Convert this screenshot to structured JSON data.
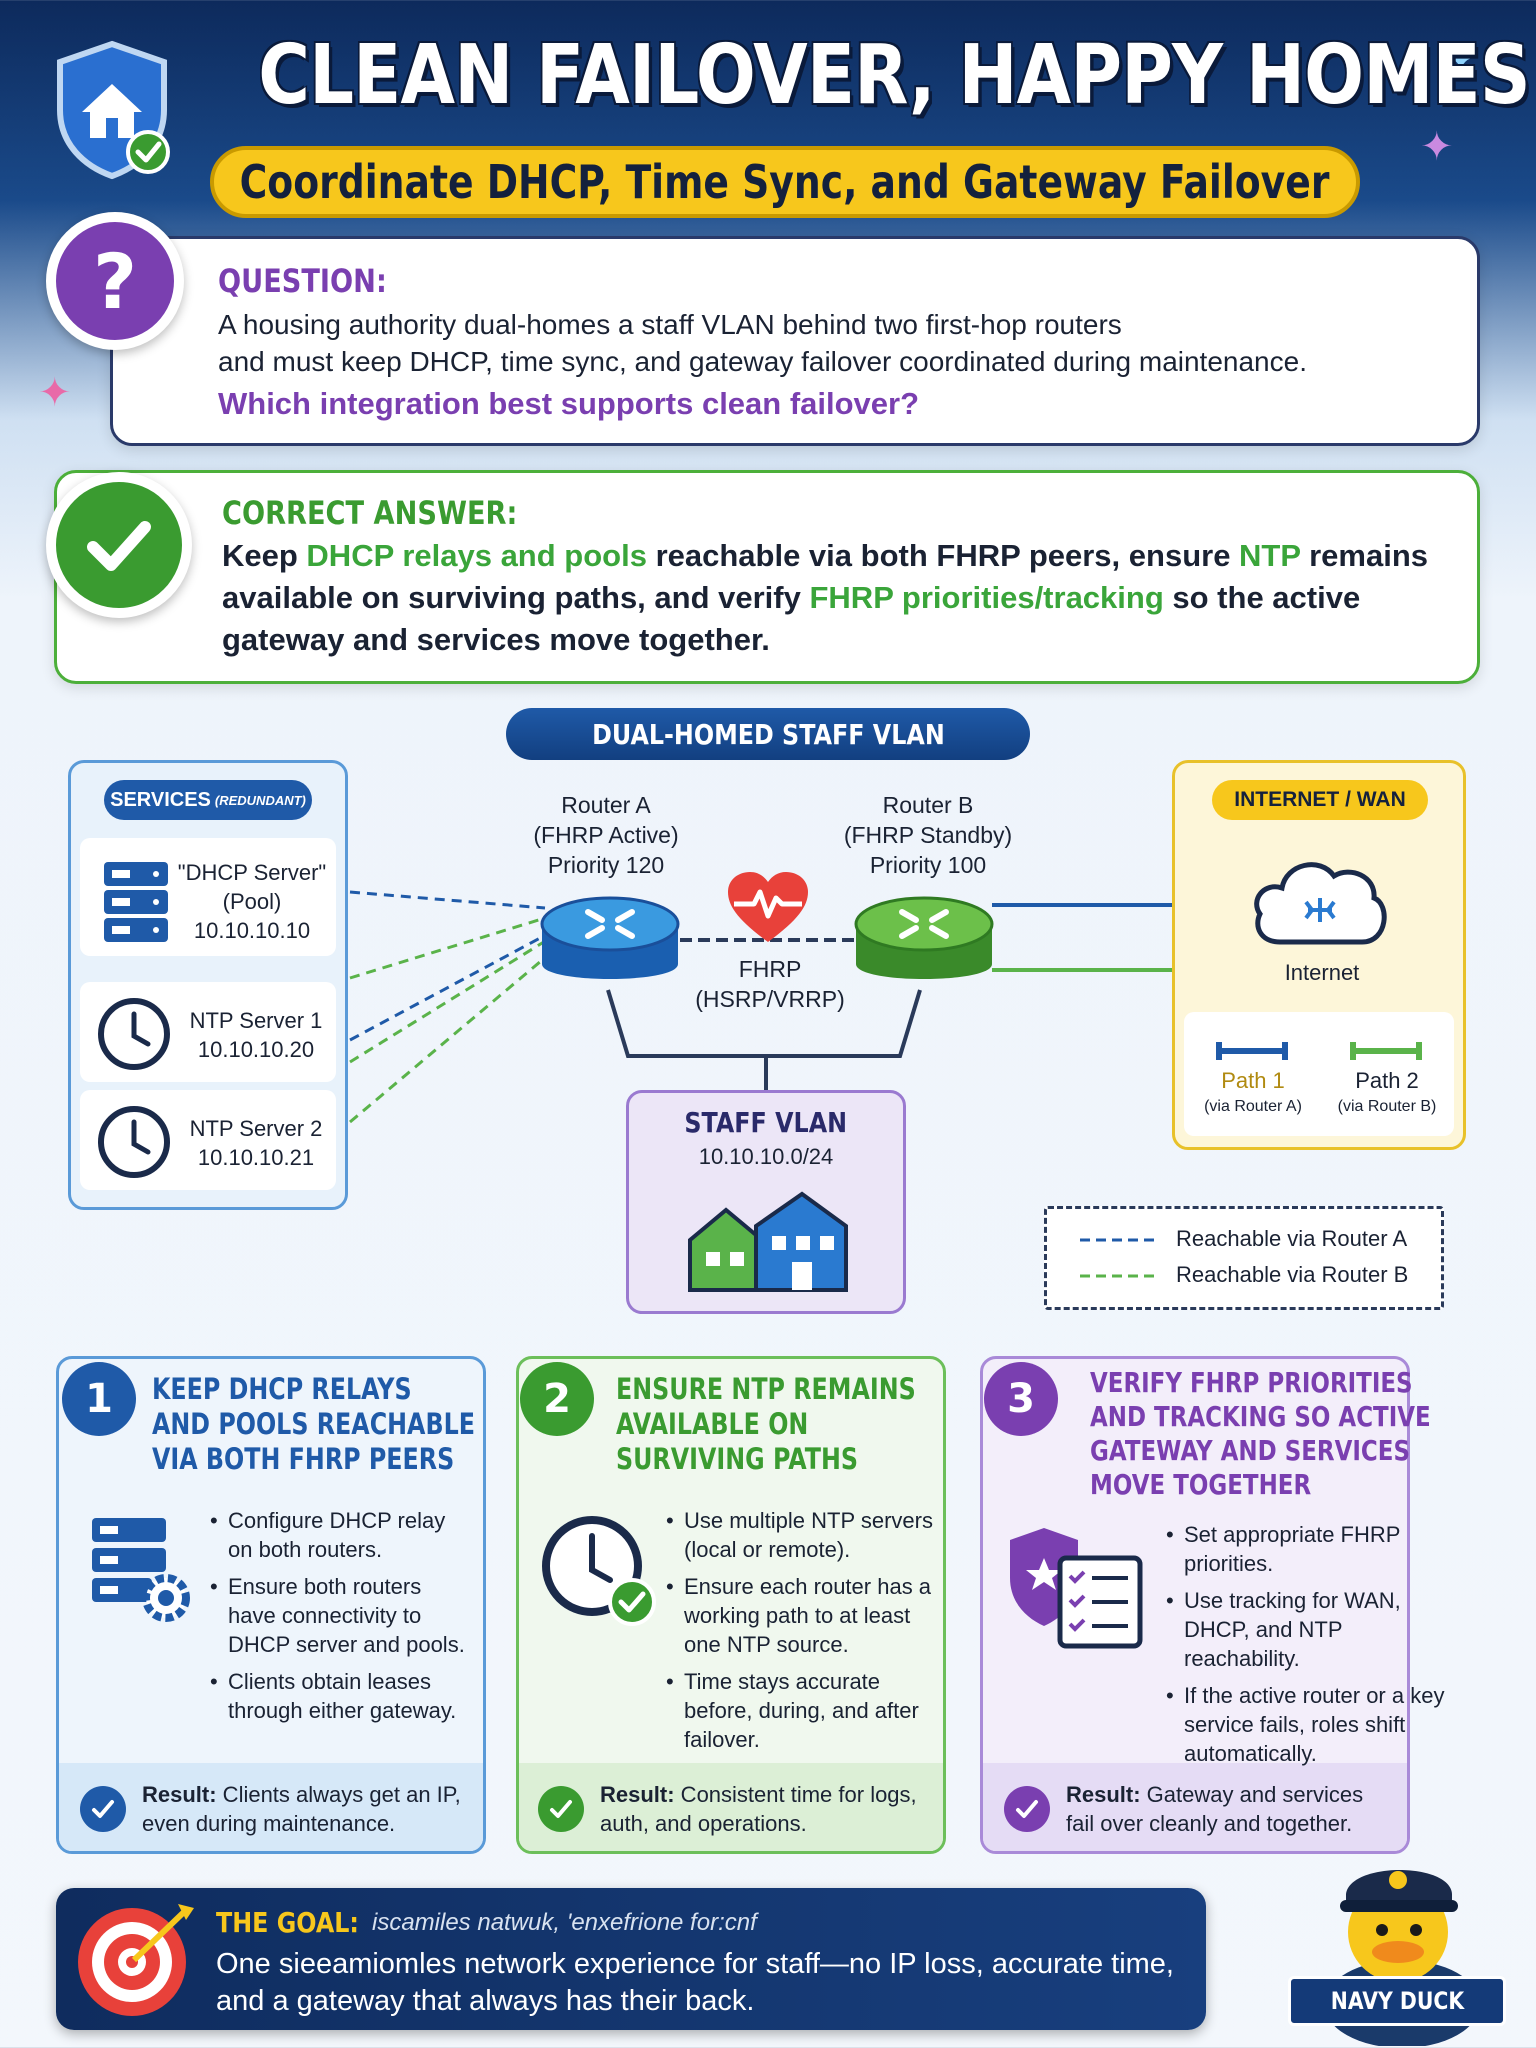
{
  "header": {
    "title": "CLEAN FAILOVER, HAPPY HOMES!",
    "subtitle": "Coordinate DHCP, Time Sync, and Gateway Failover"
  },
  "question": {
    "label": "QUESTION:",
    "line1": "A housing authority dual-homes a staff VLAN behind two first-hop routers",
    "line2": "and must keep DHCP, time sync, and gateway failover coordinated during maintenance.",
    "ask": "Which integration best supports clean failover?"
  },
  "answer": {
    "label": "CORRECT ANSWER:",
    "p1": "Keep ",
    "h1": "DHCP relays and pools",
    "p2": " reachable via both FHRP peers, ensure ",
    "h2": "NTP",
    "p3": " remains available on surviving paths, and verify ",
    "h3": "FHRP priorities/tracking",
    "p4": " so the active gateway and services move together."
  },
  "diagram": {
    "title": "DUAL-HOMED STAFF VLAN",
    "services": {
      "head": "SERVICES",
      "head_small": "(REDUNDANT)",
      "dhcp": {
        "l1": "\"DHCP Server\"",
        "l2": "(Pool)",
        "l3": "10.10.10.10"
      },
      "ntp1": {
        "l1": "NTP Server 1",
        "l2": "10.10.10.20"
      },
      "ntp2": {
        "l1": "NTP Server 2",
        "l2": "10.10.10.21"
      }
    },
    "router_a": {
      "l1": "Router A",
      "l2": "(FHRP Active)",
      "l3": "Priority 120"
    },
    "router_b": {
      "l1": "Router B",
      "l2": "(FHRP Standby)",
      "l3": "Priority 100"
    },
    "fhrp": {
      "l1": "FHRP",
      "l2": "(HSRP/VRRP)"
    },
    "staff_vlan": {
      "title": "STAFF VLAN",
      "subnet": "10.10.10.0/24"
    },
    "wan": {
      "head": "INTERNET / WAN",
      "internet": "Internet",
      "path1": "Path 1",
      "path1_sub": "(via Router A)",
      "path2": "Path 2",
      "path2_sub": "(via Router B)"
    },
    "legend": {
      "a": "Reachable via Router A",
      "b": "Reachable via Router B"
    }
  },
  "steps": [
    {
      "num": "1",
      "title1": "KEEP DHCP RELAYS",
      "title2": "AND POOLS REACHABLE",
      "title3": "VIA BOTH FHRP PEERS",
      "title4": "",
      "bullets": [
        "Configure DHCP relay on both routers.",
        "Ensure both routers have connectivity to DHCP server and pools.",
        "Clients obtain leases through either gateway."
      ],
      "result_label": "Result:",
      "result_text": " Clients always get an IP, even during maintenance."
    },
    {
      "num": "2",
      "title1": "ENSURE NTP REMAINS",
      "title2": "AVAILABLE ON",
      "title3": "SURVIVING PATHS",
      "title4": "",
      "bullets": [
        "Use multiple NTP servers (local or remote).",
        "Ensure each router has a working path to at least one NTP source.",
        "Time stays accurate before, during, and after failover."
      ],
      "result_label": "Result:",
      "result_text": " Consistent time for logs, auth, and operations."
    },
    {
      "num": "3",
      "title1": "VERIFY FHRP PRIORITIES",
      "title2": "AND TRACKING SO ACTIVE",
      "title3": "GATEWAY AND SERVICES",
      "title4": "MOVE TOGETHER",
      "bullets": [
        "Set appropriate FHRP priorities.",
        "Use tracking for WAN, DHCP, and NTP reachability.",
        "If the active router or a key service fails, roles shift automatically."
      ],
      "result_label": "Result:",
      "result_text": " Gateway and services fail over cleanly and together."
    }
  ],
  "goal": {
    "label": "THE GOAL:",
    "ghost": "iscamiles natwuk, 'enxefrione for:cnf",
    "line1": "One sieeamiomles network experience for staff—no IP loss, accurate time,",
    "line2": "and a gateway that always has their back."
  },
  "mascot": {
    "tag": "NAVY DUCK"
  },
  "colors": {
    "navy": "#0d2a5c",
    "yellow": "#f7c71c",
    "purple": "#7a3fb0",
    "green": "#3a9b30",
    "blue": "#1f5aa8"
  }
}
